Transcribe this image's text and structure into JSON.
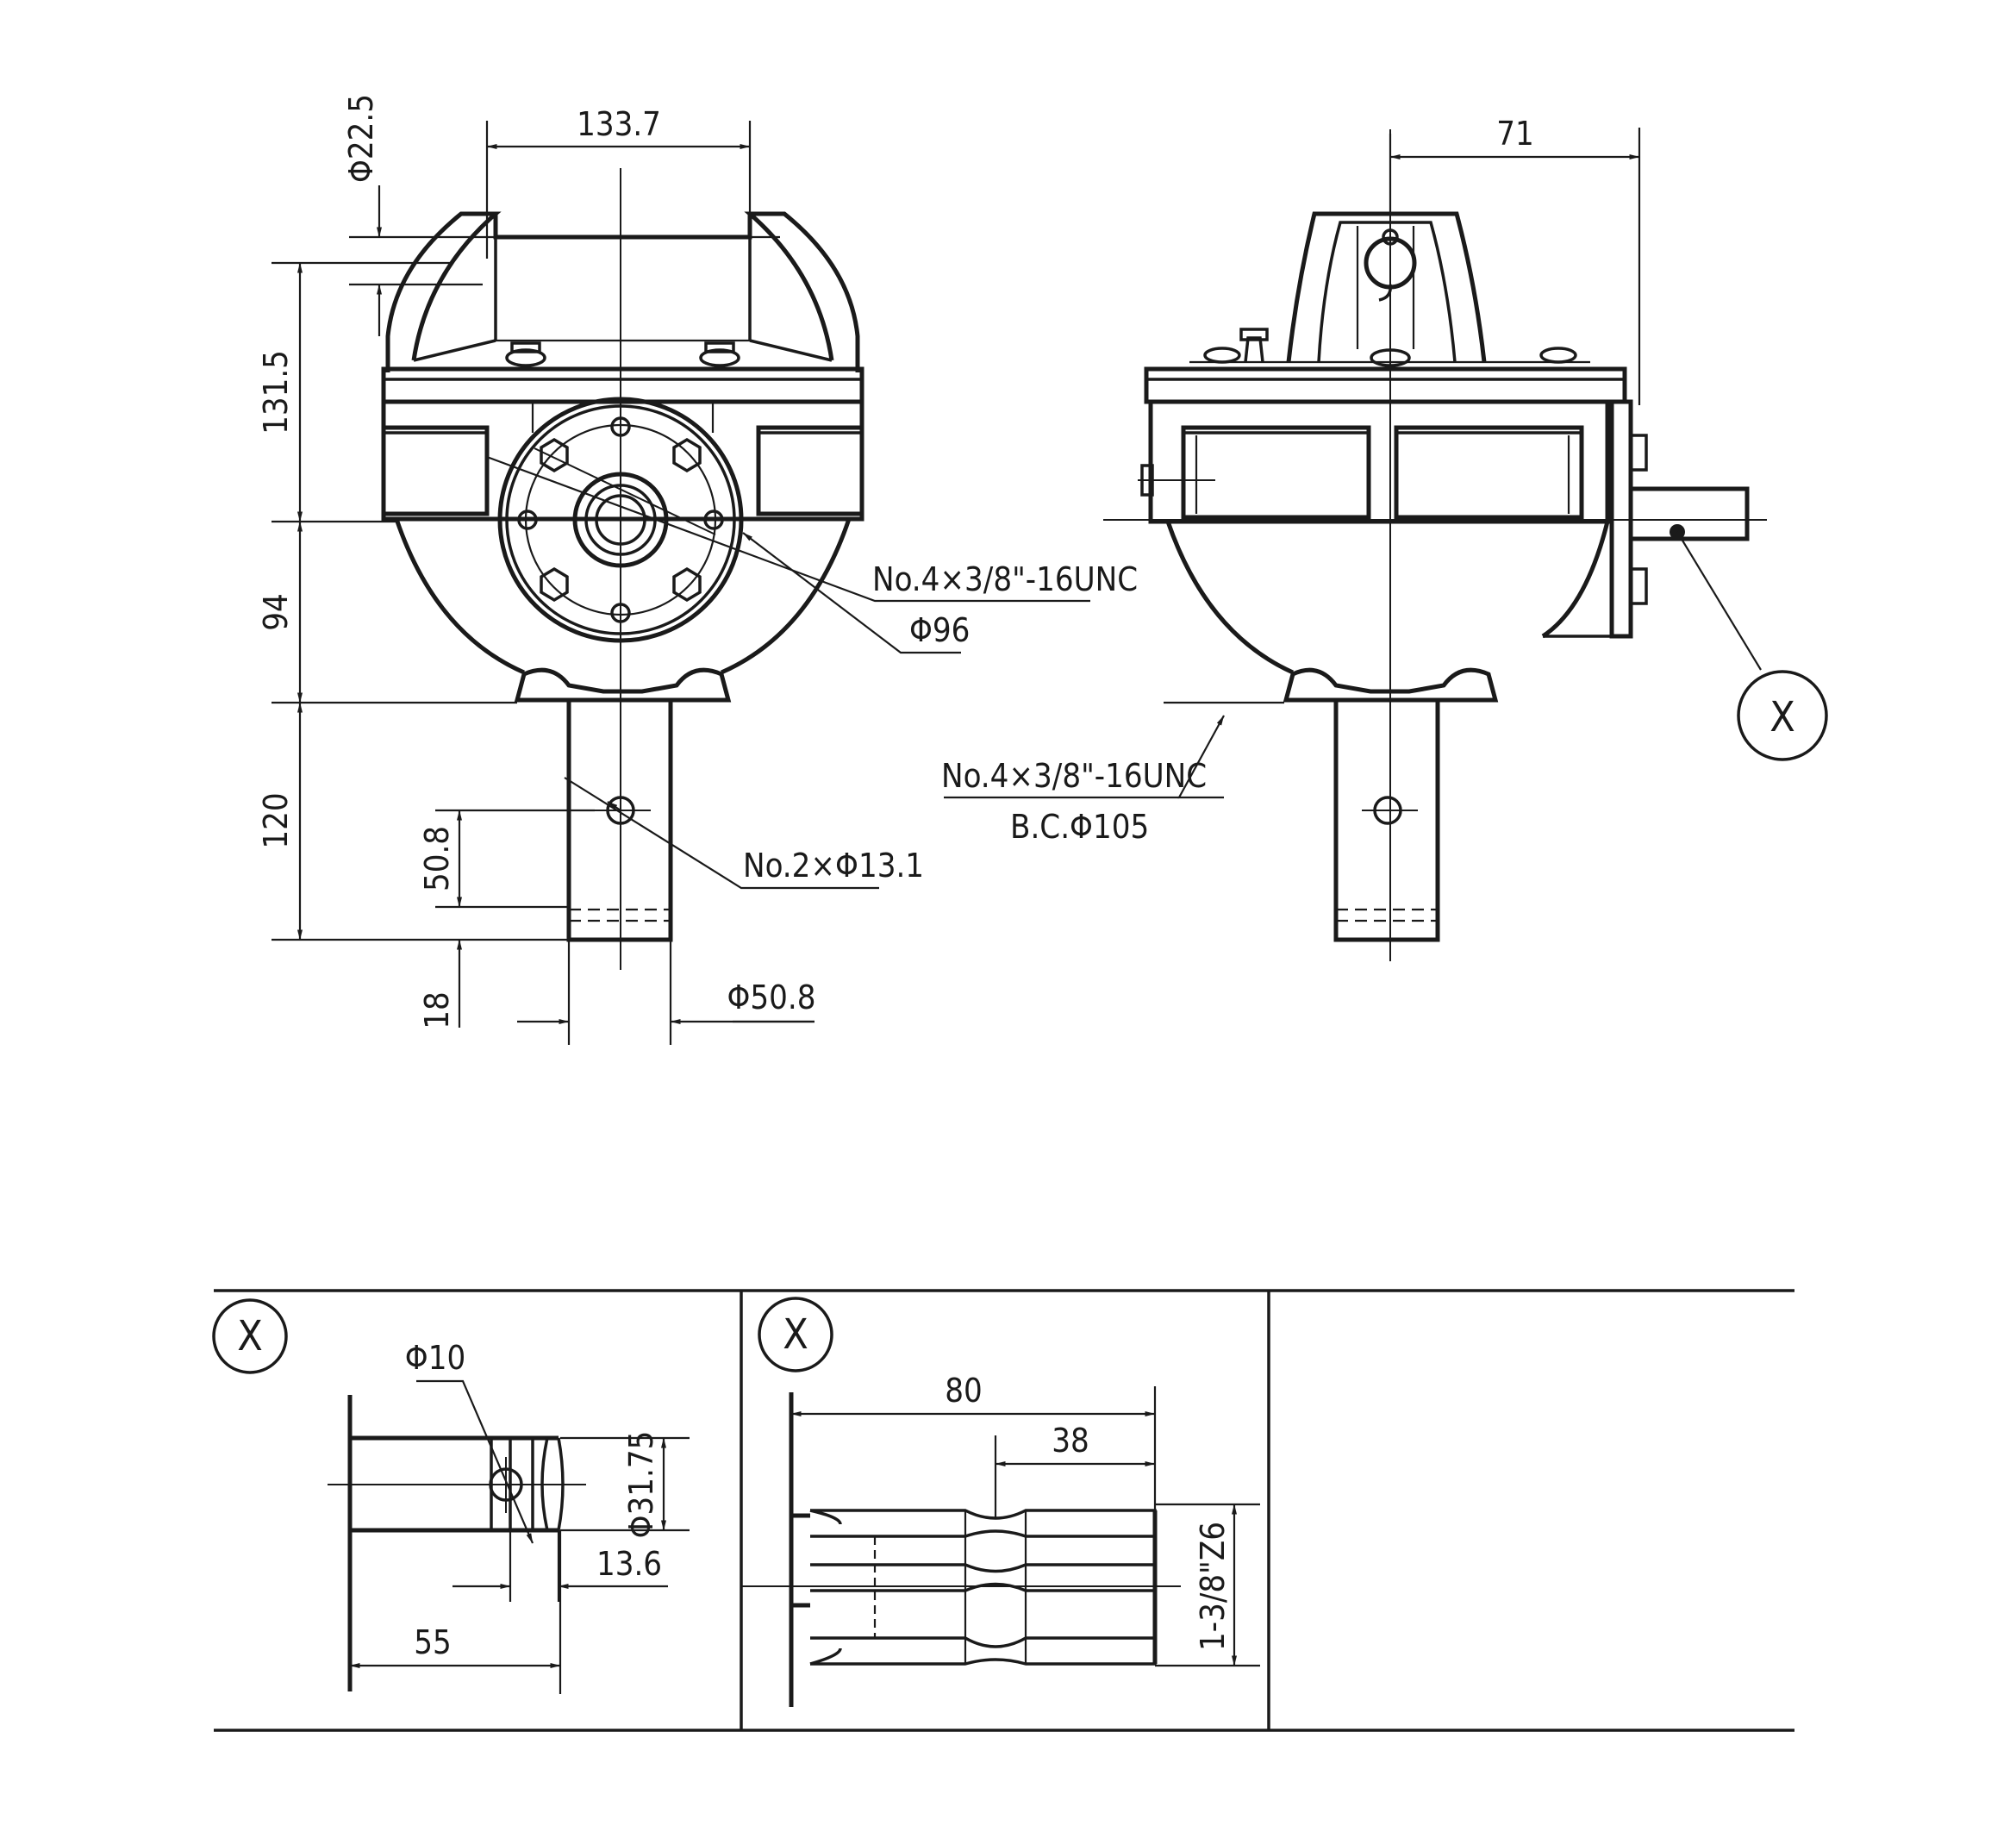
{
  "front_view": {
    "dim_width": "133.7",
    "dim_hole": "Φ22.5",
    "dim_height_upper": "131.5",
    "dim_height_mid": "94",
    "dim_height_lower": "120",
    "dim_pin_offset": "50.8",
    "dim_end_offset": "18",
    "dim_shaft_dia": "Φ50.8",
    "note_flange_holes": "No.4×3/8\"-16UNC",
    "note_flange_dia": "Φ96",
    "note_pin_holes": "No.2×Φ13.1"
  },
  "side_view": {
    "dim_offset": "71",
    "note_mount_holes": "No.4×3/8\"-16UNC",
    "note_bolt_circle": "B.C.Φ105",
    "detail_callout": "X"
  },
  "detail_x_left": {
    "tag": "X",
    "dim_pin_hole": "Φ10",
    "dim_shaft_dia": "Φ31.75",
    "dim_groove": "13.6",
    "dim_length": "55"
  },
  "detail_x_right": {
    "tag": "X",
    "dim_total_length": "80",
    "dim_spline_length": "38",
    "dim_spline_spec": "1-3/8\"Z6"
  }
}
